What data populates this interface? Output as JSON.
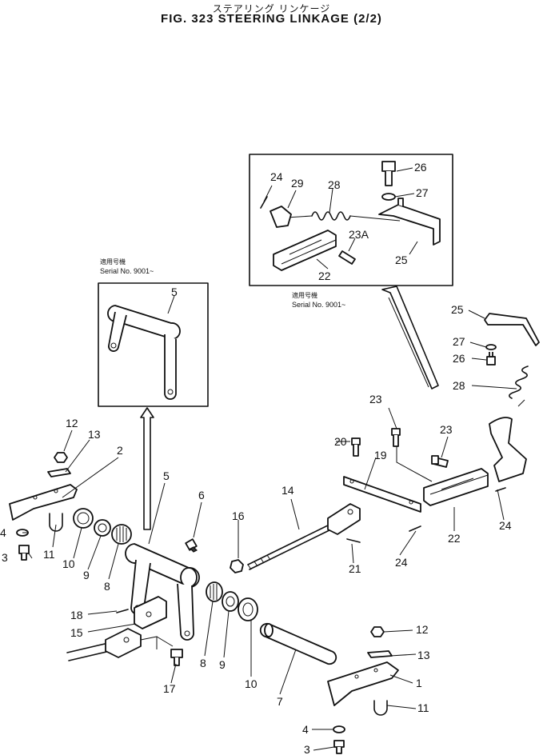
{
  "title": {
    "japanese": "ステアリング リンケージ",
    "english": "FIG. 323  STEERING  LINKAGE  (2/2)"
  },
  "notes": {
    "inset_top_jp": "適用号機",
    "inset_top_serial": "Serial No. 9001~",
    "inset_left_jp": "適用号機",
    "inset_left_serial": "Serial No. 9001~"
  },
  "callouts": {
    "c24_inset": "24",
    "c29": "29",
    "c28_inset": "28",
    "c26_inset": "26",
    "c27_inset": "27",
    "c23a": "23A",
    "c25_inset": "25",
    "c22_inset": "22",
    "c5_inset": "5",
    "c25": "25",
    "c27": "27",
    "c26": "26",
    "c28": "28",
    "c12_top": "12",
    "c13_top": "13",
    "c2": "2",
    "c5": "5",
    "c6": "6",
    "c4_left": "4",
    "c3_left": "3",
    "c11_left": "11",
    "c10_left": "10",
    "c9_left": "9",
    "c8_left": "8",
    "c16": "16",
    "c14": "14",
    "c20": "20",
    "c23_a": "23",
    "c23_b": "23",
    "c19": "19",
    "c22": "22",
    "c24_right": "24",
    "c24_mid": "24",
    "c21": "21",
    "c18": "18",
    "c15": "15",
    "c17": "17",
    "c8_low": "8",
    "c9_low": "9",
    "c10_low": "10",
    "c7": "7",
    "c12_low": "12",
    "c13_low": "13",
    "c1": "1",
    "c11_low": "11",
    "c4_low": "4",
    "c3_low": "3"
  }
}
